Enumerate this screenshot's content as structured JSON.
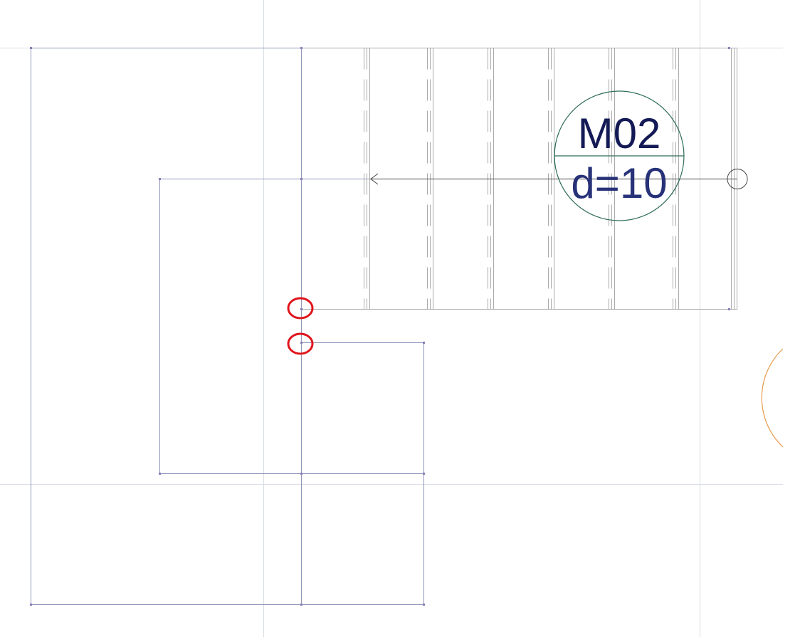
{
  "tag": {
    "code": "M02",
    "detail": "d=10"
  },
  "colors": {
    "background": "#ffffff",
    "guide_line": "#d8dde4",
    "outline": "#8f97ba",
    "vertex": "#8a7fb7",
    "stair_line": "#aaaaaa",
    "arrow": "#444444",
    "tag_circle": "#2f6e57",
    "tag_code_text": "#141a55",
    "tag_detail_text": "#283278",
    "highlight": "#e0141c",
    "arc": "#e59b4a"
  },
  "highlights": {
    "count": 2
  }
}
